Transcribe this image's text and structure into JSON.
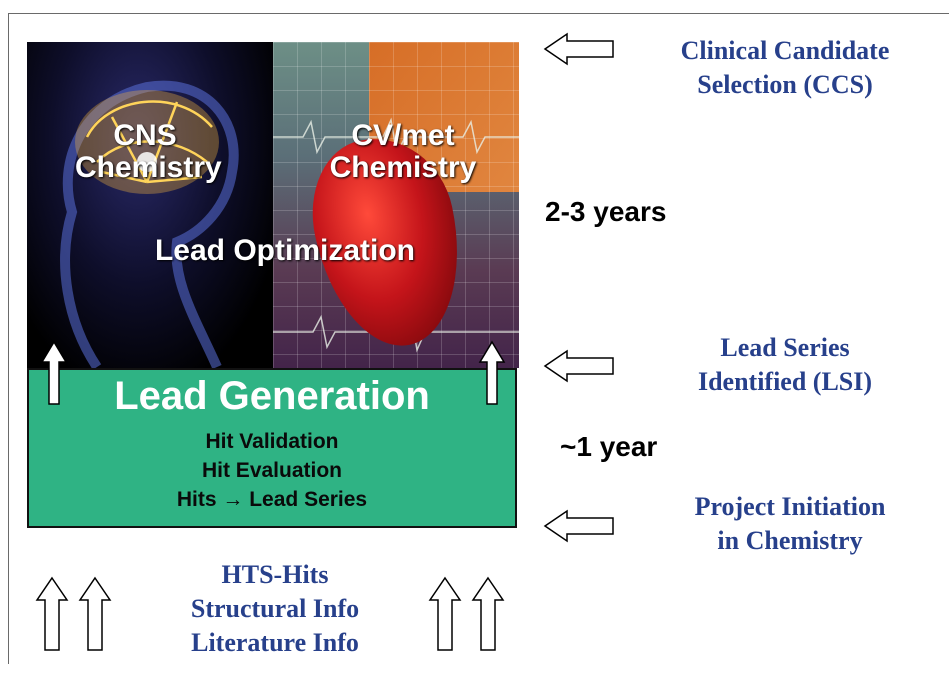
{
  "top_panels": {
    "cns_label": [
      "CNS",
      "Chemistry"
    ],
    "cv_label": [
      "CV/met",
      "Chemistry"
    ],
    "lead_optimization": "Lead Optimization"
  },
  "lead_generation": {
    "title": "Lead Generation",
    "steps": [
      "Hit Validation",
      "Hit Evaluation",
      "Hits → Lead Series"
    ]
  },
  "milestones": {
    "ccs": [
      "Clinical Candidate",
      "Selection (CCS)"
    ],
    "lsi": [
      "Lead Series",
      "Identified (LSI)"
    ],
    "initiation": [
      "Project Initiation",
      "in Chemistry"
    ]
  },
  "durations": {
    "optimization": "2-3 years",
    "generation": "~1 year"
  },
  "inputs": [
    "HTS-Hits",
    "Structural Info",
    "Literature Info"
  ],
  "colors": {
    "lead_generation_box": "#2fb384",
    "milestone_text": "#27408b"
  }
}
